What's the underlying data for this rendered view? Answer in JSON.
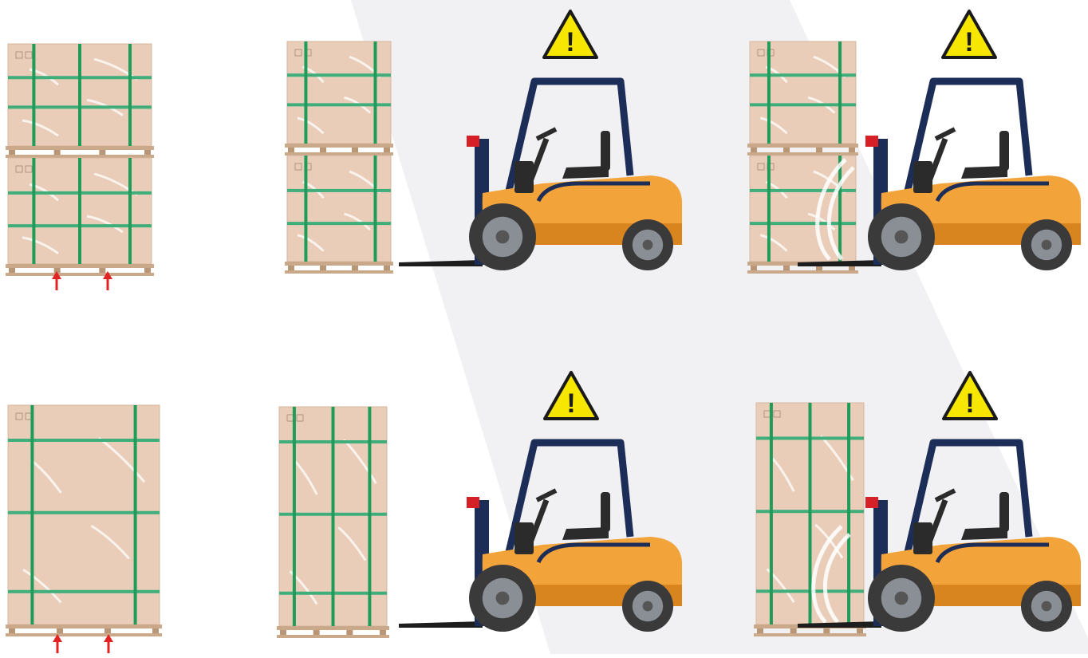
{
  "diagram": {
    "rows": [
      {
        "id": "double-stacked",
        "panels": [
          {
            "kind": "reference",
            "pallet": "double-stack",
            "arrows": 2,
            "warning": false
          },
          {
            "kind": "forklift-approach",
            "pallet": "double-stack",
            "warning": true
          },
          {
            "kind": "forklift-engaged",
            "pallet": "double-stack",
            "warning": true
          }
        ]
      },
      {
        "id": "single-tall",
        "panels": [
          {
            "kind": "reference",
            "pallet": "tall",
            "arrows": 2,
            "warning": false
          },
          {
            "kind": "forklift-approach",
            "pallet": "tall",
            "warning": true
          },
          {
            "kind": "forklift-engaged",
            "pallet": "tall",
            "warning": true
          }
        ]
      }
    ],
    "warning_symbol": "!",
    "icons": [
      "warning-triangle-icon",
      "forklift-icon",
      "up-arrow-icon",
      "pallet-icon"
    ],
    "colors": {
      "background": "#ffffff",
      "background_band": "#f1f1f3",
      "box": "#e9cdb8",
      "box_edge": "#d8b8a0",
      "strap": "#1f9b5a",
      "strap_light": "#3fae7a",
      "pallet": "#c9a98a",
      "arrow": "#e32222",
      "forklift_body": "#f2a33a",
      "forklift_shade": "#d9851f",
      "mast": "#1c2d57",
      "tire": "#3a3a3a",
      "hub": "#8a8f96",
      "warning_fill": "#f7e600",
      "warning_stroke": "#1a1a1a",
      "fork_tip": "#d62027"
    }
  }
}
